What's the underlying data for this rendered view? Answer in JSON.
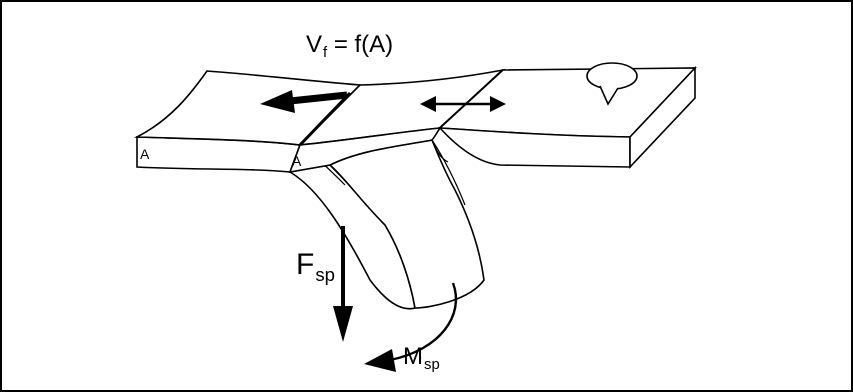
{
  "figure": {
    "title": {
      "main": "V",
      "sub": "f",
      "rest": " = f(A)"
    },
    "labels": {
      "point_a_top": "A",
      "point_a_side": "A",
      "force": {
        "main": "F",
        "sub": "sp"
      },
      "moment": {
        "main": "M",
        "sub": "sp"
      }
    },
    "colors": {
      "line": "#000000",
      "fill": "#ffffff",
      "border": "#000000"
    }
  }
}
